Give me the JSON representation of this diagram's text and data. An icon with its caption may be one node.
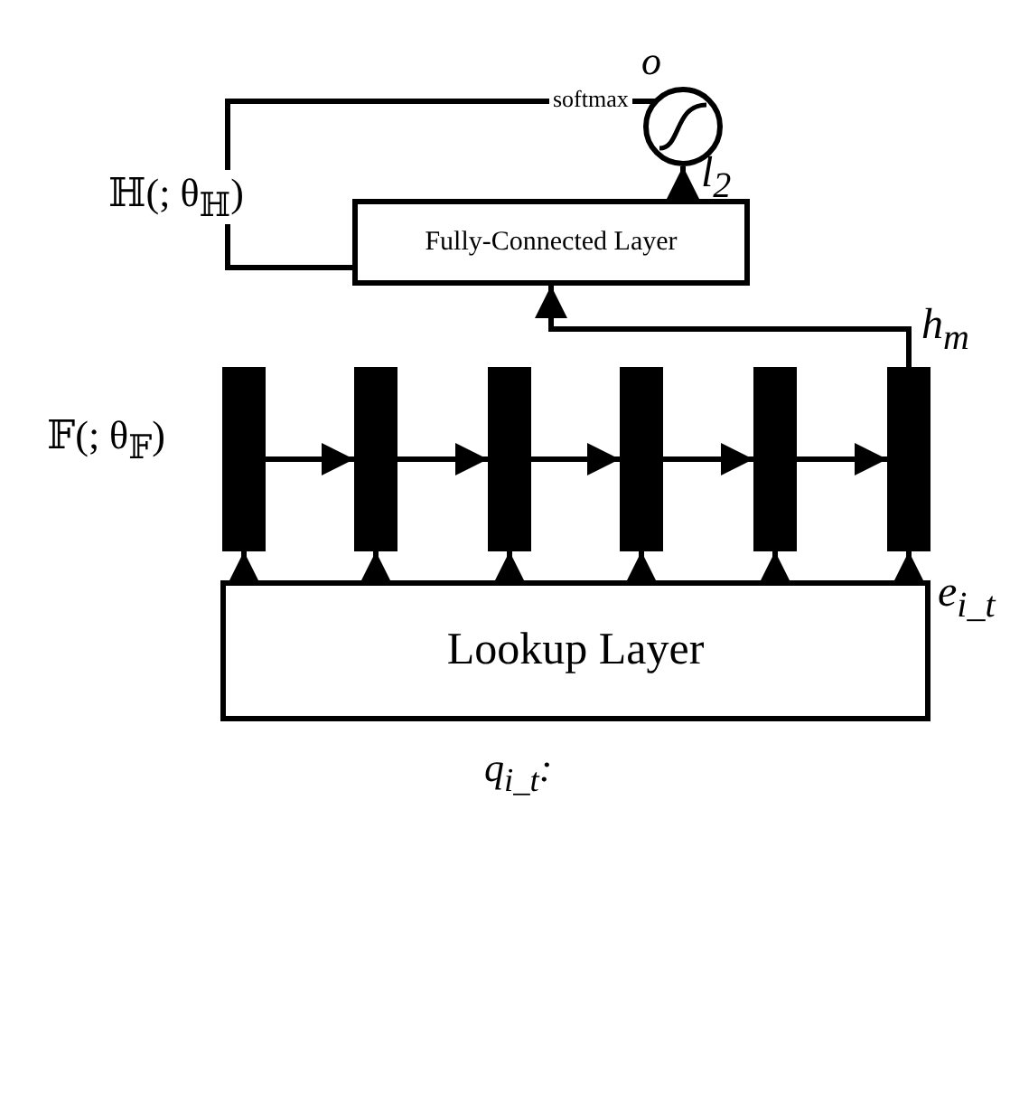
{
  "diagram": {
    "nodes": [
      {
        "text": [
          "o"
        ]
      },
      {
        "text": [
          "Fully-Connected Layer"
        ]
      },
      {
        "text": [],
        "shape": "bar"
      },
      {
        "text": [],
        "shape": "bar"
      },
      {
        "text": [],
        "shape": "bar"
      },
      {
        "text": [],
        "shape": "bar"
      },
      {
        "text": [],
        "shape": "bar"
      },
      {
        "text": [],
        "shape": "bar"
      },
      {
        "text": [
          "Lookup Layer"
        ]
      }
    ],
    "edges": [
      {
        "from": 1,
        "to": 0,
        "arrow": "to",
        "label": "l$_{2}$"
      },
      {
        "from": 1,
        "to": 0,
        "arrow": "none",
        "label": "softmax"
      },
      {
        "from": 2,
        "to": 3,
        "arrow": "to"
      },
      {
        "from": 3,
        "to": 4,
        "arrow": "to"
      },
      {
        "from": 4,
        "to": 5,
        "arrow": "to"
      },
      {
        "from": 5,
        "to": 6,
        "arrow": "to"
      },
      {
        "from": 6,
        "to": 7,
        "arrow": "to"
      },
      {
        "from": 7,
        "to": 1,
        "arrow": "to",
        "label": "h$_{m}$"
      },
      {
        "from": 8,
        "to": 2,
        "arrow": "to"
      },
      {
        "from": 8,
        "to": 3,
        "arrow": "to"
      },
      {
        "from": 8,
        "to": 4,
        "arrow": "to"
      },
      {
        "from": 8,
        "to": 5,
        "arrow": "to"
      },
      {
        "from": 8,
        "to": 6,
        "arrow": "to"
      },
      {
        "from": 8,
        "to": 7,
        "arrow": "to",
        "label": "e$_{i_t}$"
      }
    ],
    "labels": [
      "ℍ(; θ$_{ℍ}$)",
      "𝔽(; θ$_{𝔽}$)",
      "q$_{i_t}$:"
    ]
  }
}
